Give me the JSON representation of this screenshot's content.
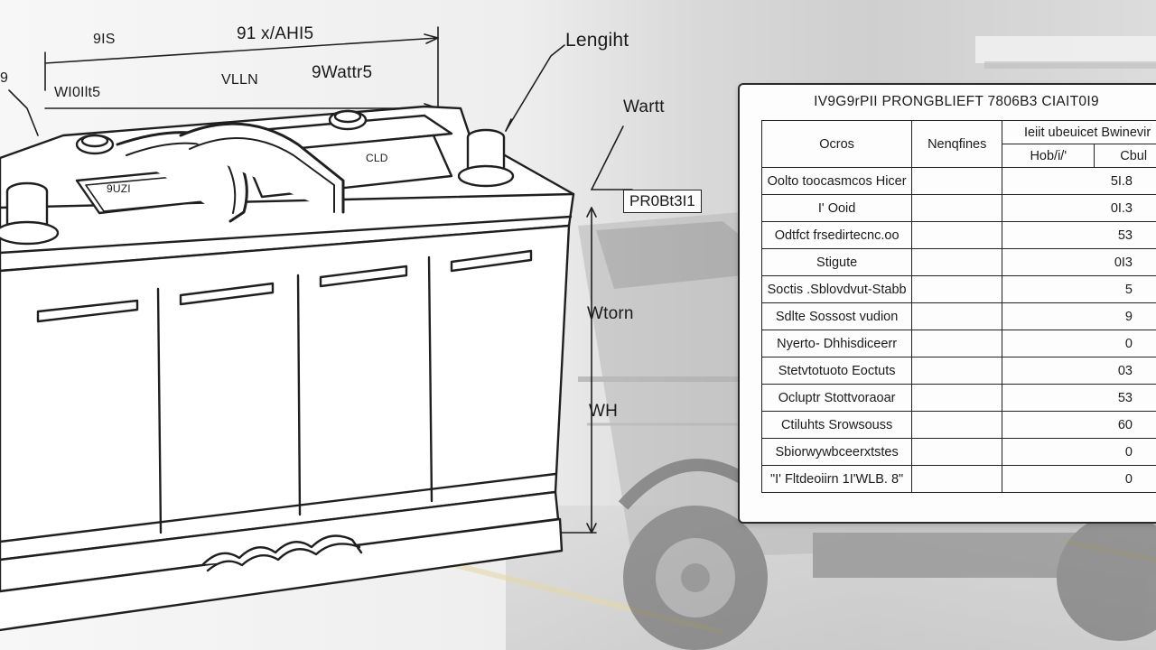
{
  "diagram": {
    "top_labels": {
      "left_tick": "9IS",
      "overall_dim": "91 x/AHI5",
      "inner_dim": "VLLN",
      "width_top": "9Wattr5",
      "left_arrow_label": "WI0Ilt5",
      "left_edge": "9"
    },
    "callouts": {
      "length": "Lengiht",
      "watts": "Wartt",
      "height_tag": "PR0Bt3I1",
      "worth": "Wtorn",
      "wh": "WH"
    },
    "terminal_labels": {
      "left_cap": "9UZI",
      "center_cap": "CLD"
    }
  },
  "spec_table": {
    "title": "IV9G9rPII PRONGBLIEFT 7806B3 CIAIT0I9",
    "headers": {
      "col1": "Ocros",
      "col2": "Nenqfines",
      "group": "Ieiit ubeuicet Bwinevir",
      "sub1": "Hob/i/'",
      "sub2": "Cbul"
    },
    "rows": [
      {
        "label": "Oolto toocasmcos Hicer",
        "value": "5I.8"
      },
      {
        "label": "I' Ooid",
        "value": "0I.3"
      },
      {
        "label": "Odtfct frsedirtecnc.oo",
        "value": "53"
      },
      {
        "label": "Stigute",
        "value": "0I3"
      },
      {
        "label": "Soctis .Sblovdvut-Stabb",
        "value": "5"
      },
      {
        "label": "Sdlte Sossost vudion",
        "value": "9"
      },
      {
        "label": "Nyerto- Dhhisdiceerr",
        "value": "0"
      },
      {
        "label": "Stetvtotuoto Eoctuts",
        "value": "03"
      },
      {
        "label": "Ocluptr Stottvoraoar",
        "value": "53"
      },
      {
        "label": "Ctiluhts Srowsouss",
        "value": "60"
      },
      {
        "label": "Sbiorwywbceerxtstes",
        "value": "0"
      },
      {
        "label": "\"I' Fltdeoiirn 1I'WLB. 8\"",
        "value": "0"
      }
    ]
  },
  "colors": {
    "line": "#1f1f1f",
    "panel_bg": "#fdfdfd",
    "background": "#e6e6e6"
  }
}
